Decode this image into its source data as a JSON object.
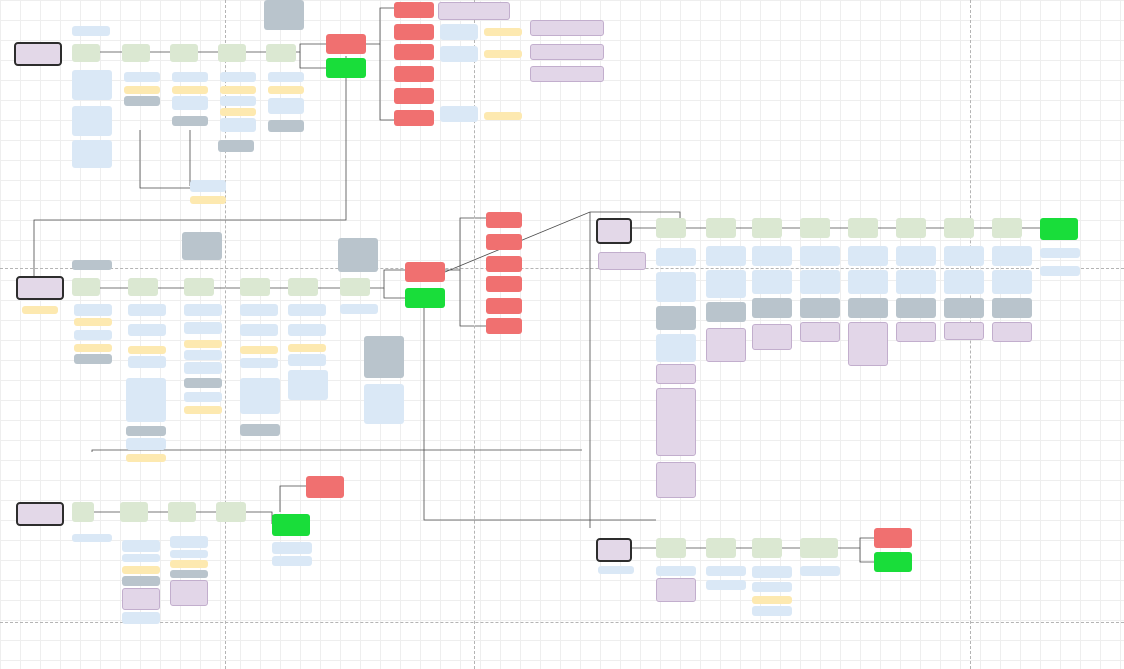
{
  "diagram": {
    "lanes": [
      {
        "id": "lane-1",
        "label": ""
      },
      {
        "id": "lane-2",
        "label": ""
      },
      {
        "id": "lane-3",
        "label": ""
      },
      {
        "id": "lane-4",
        "label": ""
      },
      {
        "id": "lane-5",
        "label": ""
      }
    ]
  },
  "colors": {
    "canvas": "#ffffff",
    "grid": "#eeeeee",
    "swimlane": "#e3d8e8",
    "step": "#dbe8d2",
    "note": "#dae8f6",
    "user": "#fde9b0",
    "system": "#b9c4cc",
    "card": "#e2d6e8",
    "negative": "#f07070",
    "positive": "#19dd3a",
    "connector": "#4a4a4a",
    "guide": "#b4b4b4"
  },
  "icons": {
    "step": "clock-icon",
    "note": "pencil-icon",
    "user": "person-icon",
    "system": "settings-icon"
  }
}
